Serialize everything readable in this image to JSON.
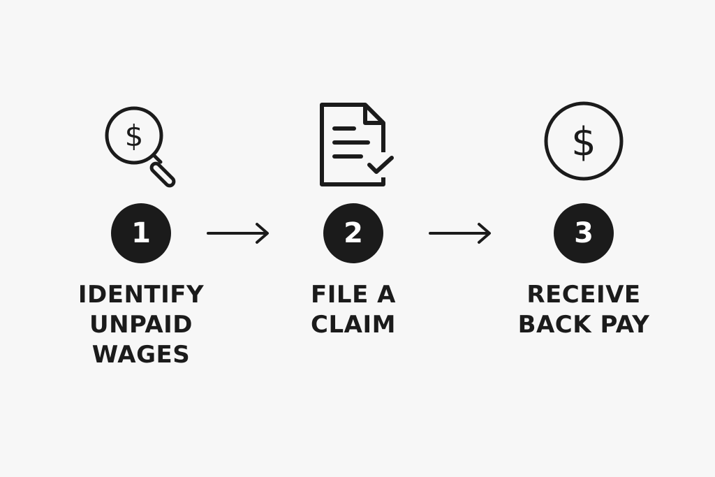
{
  "steps": [
    {
      "number": "1",
      "label_lines": [
        "IDENTIFY",
        "UNPAID",
        "WAGES"
      ],
      "icon": "search-dollar-icon",
      "dollar": "$"
    },
    {
      "number": "2",
      "label_lines": [
        "FILE A",
        "CLAIM"
      ],
      "icon": "document-check-icon"
    },
    {
      "number": "3",
      "label_lines": [
        "RECEIVE",
        "BACK PAY"
      ],
      "icon": "dollar-circle-icon",
      "dollar": "$"
    }
  ],
  "arrows": [
    "arrow-right-icon",
    "arrow-right-icon"
  ],
  "colors": {
    "background": "#f7f7f7",
    "ink": "#1b1b1b",
    "badge_text": "#ffffff"
  }
}
